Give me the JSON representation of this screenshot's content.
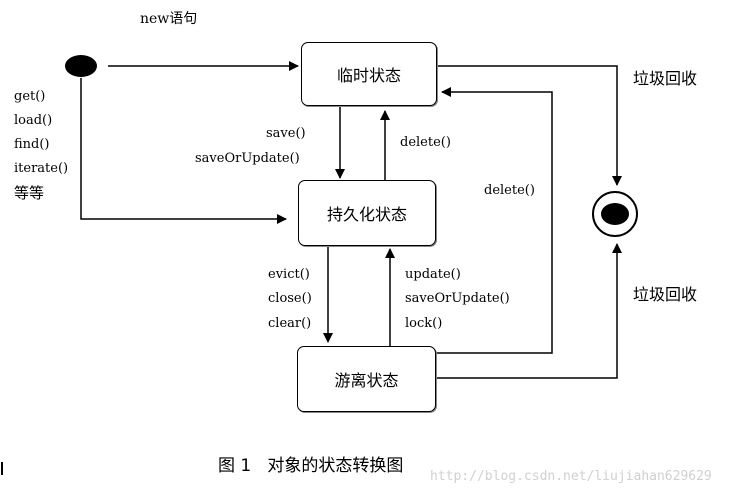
{
  "diagram": {
    "labels": {
      "new_stmt": "new语句",
      "get_methods": [
        "get()",
        "load()",
        "find()",
        "iterate()",
        "等等"
      ],
      "save_methods": [
        "save()",
        "saveOrUpdate()"
      ],
      "delete_1": "delete()",
      "delete_2": "delete()",
      "evict_methods": [
        "evict()",
        "close()",
        "clear()"
      ],
      "update_methods": [
        "update()",
        "saveOrUpdate()",
        "lock()"
      ],
      "gc_1": "垃圾回收",
      "gc_2": "垃圾回收"
    },
    "states": {
      "transient": "临时状态",
      "persistent": "持久化状态",
      "detached": "游离状态"
    },
    "caption": "图 1   对象的状态转换图",
    "watermark": "http://blog.csdn.net/liujiahan629629"
  }
}
